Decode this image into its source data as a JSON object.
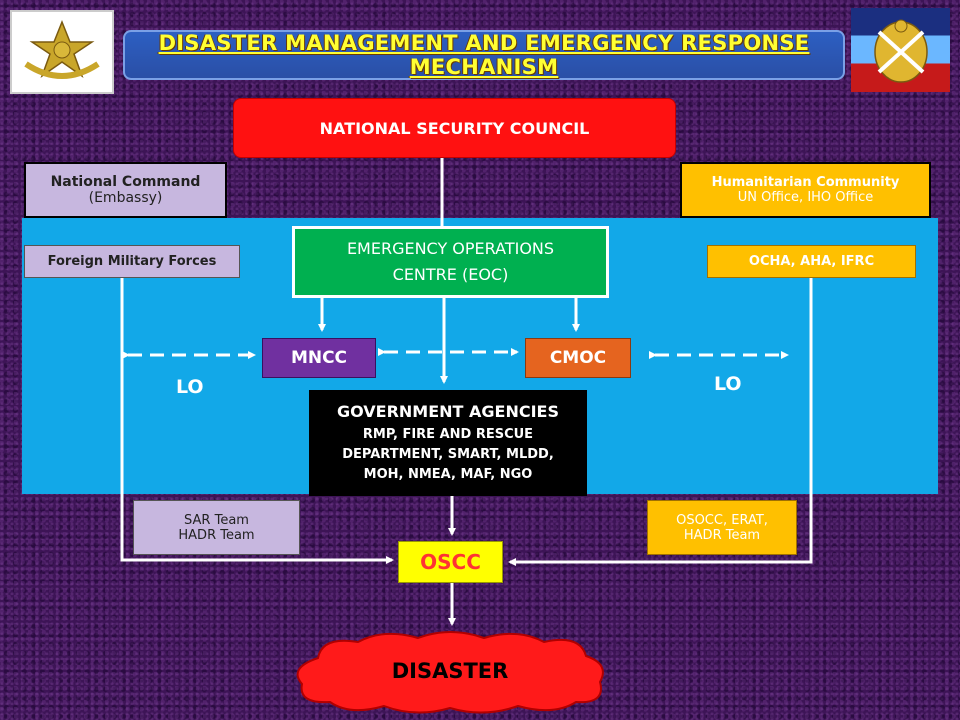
{
  "title": "DISASTER MANAGEMENT AND EMERGENCY RESPONSE MECHANISM",
  "national_security_council": "NATIONAL SECURITY COUNCIL",
  "national_command": {
    "line1": "National Command",
    "line2": "(Embassy)"
  },
  "humanitarian_community": {
    "line1": "Humanitarian Community",
    "line2": "UN Office, IHO Office"
  },
  "foreign_military_forces": "Foreign Military Forces",
  "ocha_aha_ifrc": "OCHA, AHA, IFRC",
  "eoc": {
    "line1": "EMERGENCY OPERATIONS",
    "line2": "CENTRE (EOC)"
  },
  "mncc": "MNCC",
  "cmoc": "CMOC",
  "lo_left": "LO",
  "lo_right": "LO",
  "government_agencies": {
    "title": "GOVERNMENT AGENCIES",
    "line1": "RMP, FIRE AND RESCUE",
    "line2": "DEPARTMENT, SMART, MLDD,",
    "line3": "MOH, NMEA, MAF, NGO"
  },
  "sar_team": {
    "line1": "SAR Team",
    "line2": "HADR Team"
  },
  "osocc_team": {
    "line1": "OSOCC, ERAT,",
    "line2": "HADR Team"
  },
  "oscc": "OSCC",
  "disaster": "DISASTER",
  "colors": {
    "background": "#3d1456",
    "panel": "#12a8e8",
    "nsc": "#ff1111",
    "eoc": "#00b050",
    "mncc": "#7030a0",
    "cmoc": "#e5641f",
    "lavender": "#c7b7df",
    "amber": "#ffc000",
    "oscc": "#ffff00",
    "disaster": "#ff1a1a"
  },
  "icons": {
    "left_logo": "armed-forces-crest-logo",
    "right_logo": "armed-forces-flag-logo"
  }
}
